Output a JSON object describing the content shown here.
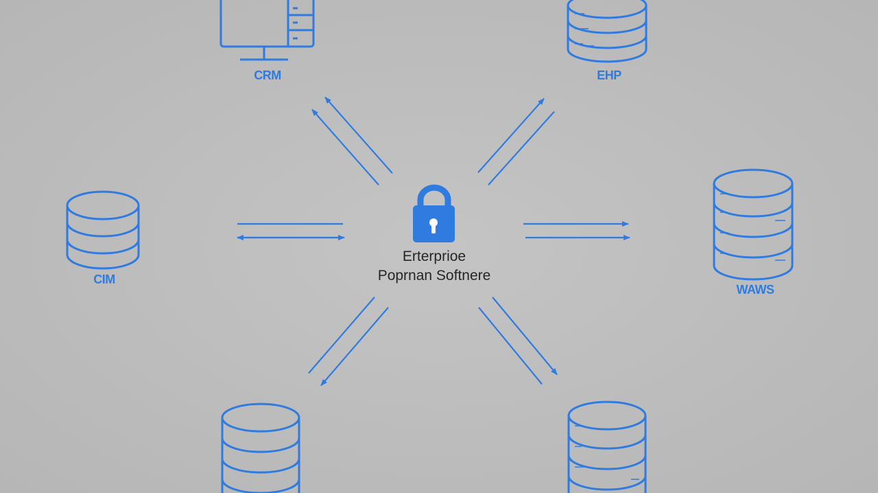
{
  "center": {
    "title_line1": "Erterprioe",
    "title_line2": "Poprnan Softnere",
    "icon": "lock-icon"
  },
  "nodes": {
    "top_left": {
      "label": "CRM",
      "icon": "monitor-icon"
    },
    "top_right": {
      "label": "EHP",
      "icon": "database-icon"
    },
    "left": {
      "label": "CIM",
      "icon": "database-icon"
    },
    "right": {
      "label": "WAWS",
      "icon": "database-icon"
    },
    "bottom_left": {
      "label": "",
      "icon": "database-icon"
    },
    "bottom_right": {
      "label": "",
      "icon": "database-icon"
    }
  },
  "colors": {
    "background": "#bcbcbc",
    "accent": "#2f7be0",
    "text": "#262626"
  }
}
